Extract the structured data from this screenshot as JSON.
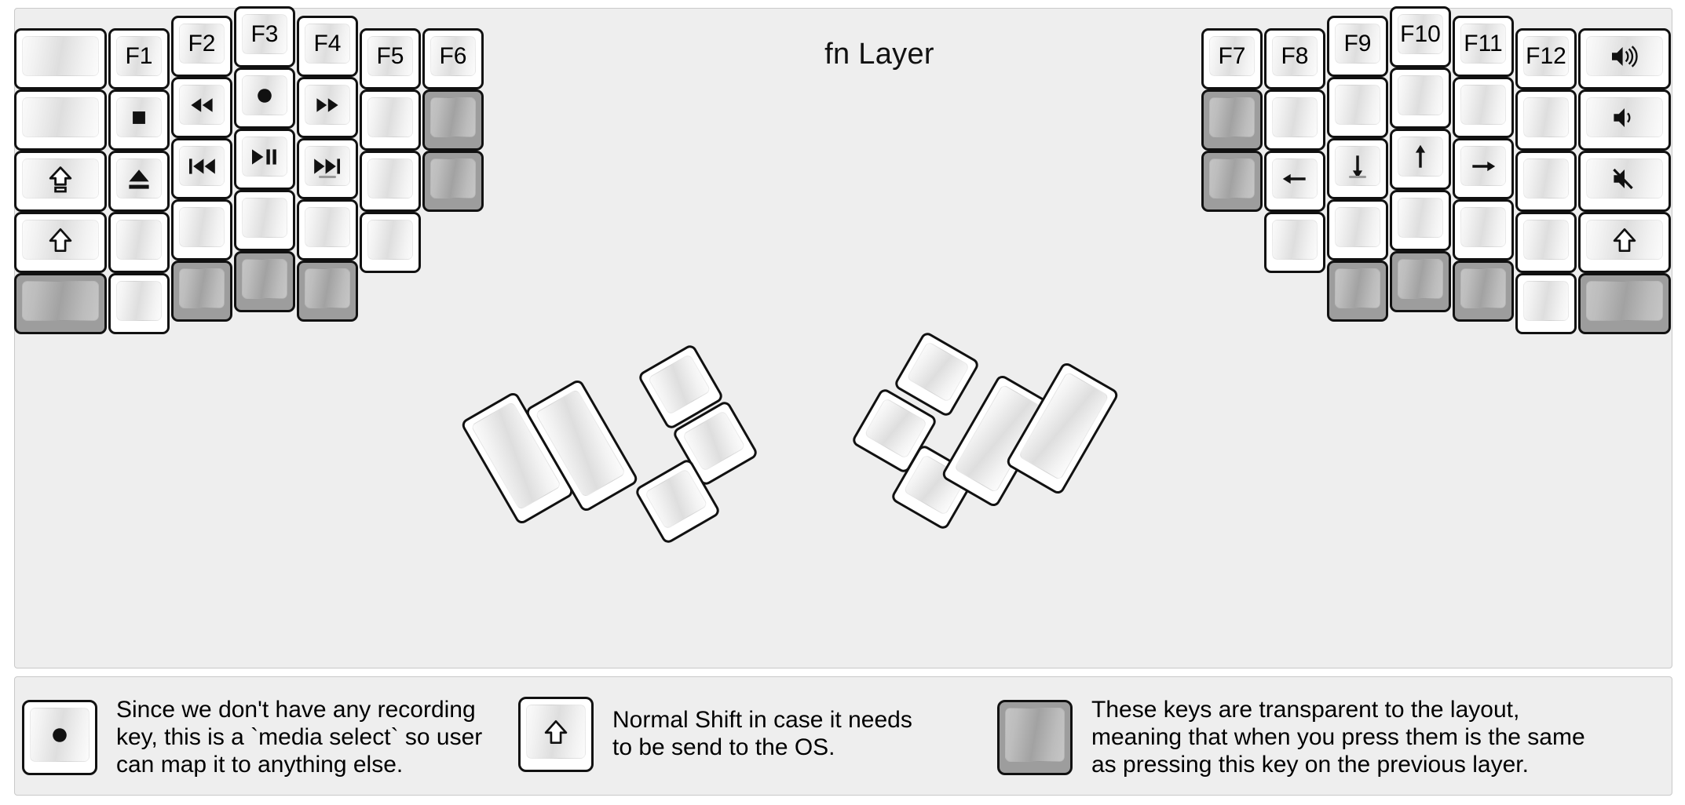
{
  "title": "fn Layer",
  "colors": {
    "background": "#eeeeee",
    "key_face": "#ffffff",
    "key_border": "#111111",
    "transparent_key": "#9d9d9d",
    "text": "#000000"
  },
  "keyboard": {
    "name": "split-ergonomic-keyboard",
    "halves": [
      {
        "side": "left",
        "columns": [
          {
            "name": "col-pinky-outer",
            "width_units": 1.5,
            "keys": [
              {
                "label": "",
                "icon": "blank",
                "transparent": false
              },
              {
                "label": "",
                "icon": "blank",
                "transparent": false
              },
              {
                "label": "",
                "icon": "caps-lock-icon",
                "transparent": false
              },
              {
                "label": "",
                "icon": "shift-icon",
                "transparent": false
              },
              {
                "label": "",
                "icon": "blank",
                "transparent": true
              }
            ]
          },
          {
            "name": "col-pinky",
            "width_units": 1,
            "keys": [
              {
                "label": "F1",
                "icon": "",
                "transparent": false
              },
              {
                "label": "",
                "icon": "media-stop-icon",
                "transparent": false
              },
              {
                "label": "",
                "icon": "eject-icon",
                "transparent": false
              },
              {
                "label": "",
                "icon": "blank",
                "transparent": false
              },
              {
                "label": "",
                "icon": "blank",
                "transparent": false
              }
            ]
          },
          {
            "name": "col-ring",
            "width_units": 1,
            "keys": [
              {
                "label": "F2",
                "icon": "",
                "transparent": false
              },
              {
                "label": "",
                "icon": "rewind-icon",
                "transparent": false
              },
              {
                "label": "",
                "icon": "previous-track-icon",
                "transparent": false
              },
              {
                "label": "",
                "icon": "blank",
                "transparent": false
              },
              {
                "label": "",
                "icon": "blank",
                "transparent": true
              }
            ]
          },
          {
            "name": "col-middle",
            "width_units": 1,
            "keys": [
              {
                "label": "F3",
                "icon": "",
                "transparent": false
              },
              {
                "label": "",
                "icon": "record-icon",
                "transparent": false
              },
              {
                "label": "",
                "icon": "play-pause-icon",
                "transparent": false
              },
              {
                "label": "",
                "icon": "blank",
                "transparent": false
              },
              {
                "label": "",
                "icon": "blank",
                "transparent": true
              }
            ]
          },
          {
            "name": "col-index",
            "width_units": 1,
            "keys": [
              {
                "label": "F4",
                "icon": "",
                "transparent": false
              },
              {
                "label": "",
                "icon": "fast-forward-icon",
                "transparent": false
              },
              {
                "label": "",
                "icon": "next-track-icon",
                "transparent": false,
                "nub": true
              },
              {
                "label": "",
                "icon": "blank",
                "transparent": false
              },
              {
                "label": "",
                "icon": "blank",
                "transparent": true
              }
            ]
          },
          {
            "name": "col-index-inner",
            "width_units": 1,
            "keys": [
              {
                "label": "F5",
                "icon": "",
                "transparent": false
              },
              {
                "label": "",
                "icon": "blank",
                "transparent": false
              },
              {
                "label": "",
                "icon": "blank",
                "transparent": false
              },
              {
                "label": "",
                "icon": "blank",
                "transparent": false
              }
            ]
          },
          {
            "name": "col-extra-inner",
            "width_units": 1,
            "keys": [
              {
                "label": "F6",
                "icon": "",
                "transparent": false
              },
              {
                "label": "",
                "icon": "blank",
                "transparent": true
              },
              {
                "label": "",
                "icon": "blank",
                "transparent": true
              }
            ]
          }
        ],
        "thumb_cluster": {
          "name": "left-thumb-cluster",
          "keys": [
            {
              "label": "",
              "icon": "blank",
              "transparent": false,
              "size": "2u"
            },
            {
              "label": "",
              "icon": "blank",
              "transparent": false,
              "size": "2u"
            },
            {
              "label": "",
              "icon": "blank",
              "transparent": false,
              "size": "1u"
            },
            {
              "label": "",
              "icon": "blank",
              "transparent": false,
              "size": "1u"
            },
            {
              "label": "",
              "icon": "blank",
              "transparent": false,
              "size": "1u"
            }
          ]
        }
      },
      {
        "side": "right",
        "columns": [
          {
            "name": "col-extra-inner",
            "width_units": 1,
            "keys": [
              {
                "label": "F7",
                "icon": "",
                "transparent": false
              },
              {
                "label": "",
                "icon": "blank",
                "transparent": true
              },
              {
                "label": "",
                "icon": "blank",
                "transparent": true
              }
            ]
          },
          {
            "name": "col-index-inner",
            "width_units": 1,
            "keys": [
              {
                "label": "F8",
                "icon": "",
                "transparent": false
              },
              {
                "label": "",
                "icon": "blank",
                "transparent": false
              },
              {
                "label": "",
                "icon": "arrow-left-icon",
                "transparent": false
              },
              {
                "label": "",
                "icon": "blank",
                "transparent": false
              }
            ]
          },
          {
            "name": "col-index",
            "width_units": 1,
            "keys": [
              {
                "label": "F9",
                "icon": "",
                "transparent": false
              },
              {
                "label": "",
                "icon": "blank",
                "transparent": false
              },
              {
                "label": "",
                "icon": "arrow-down-icon",
                "transparent": false,
                "nub": true
              },
              {
                "label": "",
                "icon": "blank",
                "transparent": false
              },
              {
                "label": "",
                "icon": "blank",
                "transparent": true
              }
            ]
          },
          {
            "name": "col-middle",
            "width_units": 1,
            "keys": [
              {
                "label": "F10",
                "icon": "",
                "transparent": false
              },
              {
                "label": "",
                "icon": "blank",
                "transparent": false
              },
              {
                "label": "",
                "icon": "arrow-up-icon",
                "transparent": false
              },
              {
                "label": "",
                "icon": "blank",
                "transparent": false
              },
              {
                "label": "",
                "icon": "blank",
                "transparent": true
              }
            ]
          },
          {
            "name": "col-ring",
            "width_units": 1,
            "keys": [
              {
                "label": "F11",
                "icon": "",
                "transparent": false
              },
              {
                "label": "",
                "icon": "blank",
                "transparent": false
              },
              {
                "label": "",
                "icon": "arrow-right-icon",
                "transparent": false
              },
              {
                "label": "",
                "icon": "blank",
                "transparent": false
              },
              {
                "label": "",
                "icon": "blank",
                "transparent": true
              }
            ]
          },
          {
            "name": "col-pinky",
            "width_units": 1,
            "keys": [
              {
                "label": "F12",
                "icon": "",
                "transparent": false
              },
              {
                "label": "",
                "icon": "blank",
                "transparent": false
              },
              {
                "label": "",
                "icon": "blank",
                "transparent": false
              },
              {
                "label": "",
                "icon": "blank",
                "transparent": false
              },
              {
                "label": "",
                "icon": "blank",
                "transparent": false
              }
            ]
          },
          {
            "name": "col-pinky-outer",
            "width_units": 1.5,
            "keys": [
              {
                "label": "",
                "icon": "volume-up-icon",
                "transparent": false
              },
              {
                "label": "",
                "icon": "volume-down-icon",
                "transparent": false
              },
              {
                "label": "",
                "icon": "volume-mute-icon",
                "transparent": false
              },
              {
                "label": "",
                "icon": "shift-icon",
                "transparent": false
              },
              {
                "label": "",
                "icon": "blank",
                "transparent": true
              }
            ]
          }
        ],
        "thumb_cluster": {
          "name": "right-thumb-cluster",
          "keys": [
            {
              "label": "",
              "icon": "blank",
              "transparent": false,
              "size": "1u"
            },
            {
              "label": "",
              "icon": "blank",
              "transparent": false,
              "size": "1u"
            },
            {
              "label": "",
              "icon": "blank",
              "transparent": false,
              "size": "1u"
            },
            {
              "label": "",
              "icon": "blank",
              "transparent": false,
              "size": "2u"
            },
            {
              "label": "",
              "icon": "blank",
              "transparent": false,
              "size": "2u"
            }
          ]
        }
      }
    ]
  },
  "legend": {
    "items": [
      {
        "name": "legend-record-key",
        "icon": "record-icon",
        "transparent": false,
        "text": "Since we don't have any recording\nkey, this is a `media select` so user\ncan map it to anything else."
      },
      {
        "name": "legend-shift-key",
        "icon": "shift-icon",
        "transparent": false,
        "text": "Normal Shift in case it needs\nto be send to the OS."
      },
      {
        "name": "legend-transparent-key",
        "icon": "blank",
        "transparent": true,
        "text": "These keys are transparent to the layout,\nmeaning that when you press them is the same\nas pressing this key on the previous layer."
      }
    ]
  }
}
